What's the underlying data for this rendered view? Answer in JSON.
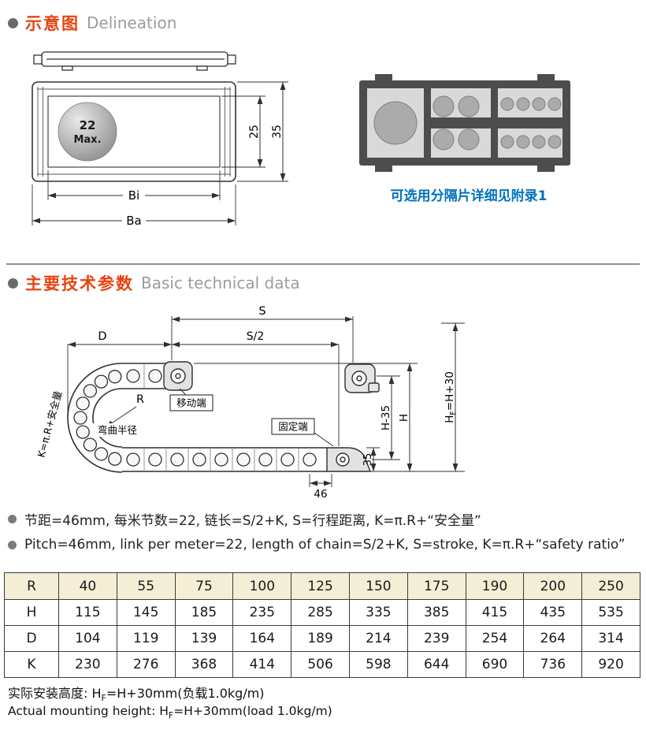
{
  "section_delineation": {
    "title_zh": "示意图",
    "title_en": "Delineation",
    "cross_section": {
      "ball_line1": "22",
      "ball_line2": "Max.",
      "dim_inner_height": "25",
      "dim_outer_height": "35",
      "dim_inner_width": "Bi",
      "dim_outer_width": "Ba"
    },
    "separator_caption": "可选用分隔片详细见附录1"
  },
  "section_technical": {
    "title_zh": "主要技术参数",
    "title_en": "Basic technical data",
    "diagram": {
      "dim_stroke": "S",
      "dim_half_stroke": "S/2",
      "dim_d": "D",
      "radius_letter": "R",
      "bend_radius_label": "弯曲半径",
      "moving_end_label": "移动端",
      "fixed_end_label": "固定端",
      "dim_h_minus_35": "H-35",
      "dim_h": "H",
      "dim_hf_main": "H",
      "dim_hf_sub": "F",
      "dim_hf_tail": "=H+30",
      "dim_35": "35",
      "dim_46": "46",
      "safety_label": "K=π.R+安全量"
    },
    "note_zh": "节距=46mm, 每米节数=22, 链长=S/2+K, S=行程距离, K=π.R+“安全量”",
    "note_en": "Pitch=46mm, link per meter=22, length of chain=S/2+K, S=stroke, K=π.R+“safety ratio”"
  },
  "table": {
    "rows": [
      {
        "label": "R",
        "values": [
          "40",
          "55",
          "75",
          "100",
          "125",
          "150",
          "175",
          "190",
          "200",
          "250"
        ]
      },
      {
        "label": "H",
        "values": [
          "115",
          "145",
          "185",
          "235",
          "285",
          "335",
          "385",
          "415",
          "435",
          "535"
        ]
      },
      {
        "label": "D",
        "values": [
          "104",
          "119",
          "139",
          "164",
          "189",
          "214",
          "239",
          "254",
          "264",
          "314"
        ]
      },
      {
        "label": "K",
        "values": [
          "230",
          "276",
          "368",
          "414",
          "506",
          "598",
          "644",
          "690",
          "736",
          "920"
        ]
      }
    ]
  },
  "footer": {
    "zh_prefix": "实际安装高度: H",
    "sub": "F",
    "zh_tail": "=H+30mm(负载1.0kg/m)",
    "en_prefix": "Actual mounting height: H",
    "en_tail": "=H+30mm(load 1.0kg/m)"
  }
}
